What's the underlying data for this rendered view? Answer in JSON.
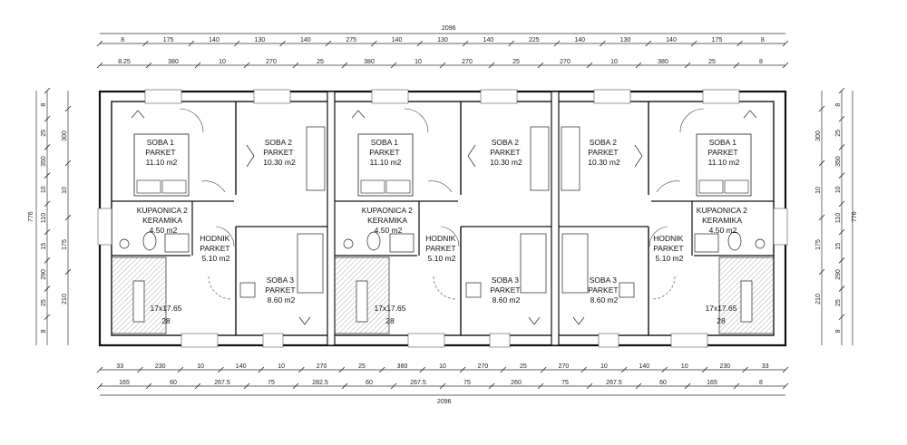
{
  "plan": {
    "units": [
      {
        "rooms": [
          {
            "id": "soba1",
            "lines": [
              "SOBA 1",
              "PARKET",
              "11.10 m2"
            ]
          },
          {
            "id": "soba2",
            "lines": [
              "SOBA 2",
              "PARKET",
              "10.30 m2"
            ]
          },
          {
            "id": "kupaonica",
            "lines": [
              "KUPAONICA 2",
              "KERAMIKA",
              "4.50 m2"
            ]
          },
          {
            "id": "hodnik",
            "lines": [
              "HODNIK",
              "PARKET",
              "5.10 m2"
            ]
          },
          {
            "id": "soba3",
            "lines": [
              "SOBA 3",
              "PARKET",
              "8.60 m2"
            ]
          }
        ],
        "stair": {
          "size": "17x17.65",
          "count": "28"
        }
      },
      {
        "rooms": [
          {
            "id": "soba1",
            "lines": [
              "SOBA 1",
              "PARKET",
              "11.10 m2"
            ]
          },
          {
            "id": "soba2",
            "lines": [
              "SOBA 2",
              "PARKET",
              "10.30 m2"
            ]
          },
          {
            "id": "kupaonica",
            "lines": [
              "KUPAONICA 2",
              "KERAMIKA",
              "4.50 m2"
            ]
          },
          {
            "id": "hodnik",
            "lines": [
              "HODNIK",
              "PARKET",
              "5.10 m2"
            ]
          },
          {
            "id": "soba3",
            "lines": [
              "SOBA 3",
              "PARKET",
              "8.60 m2"
            ]
          }
        ],
        "stair": {
          "size": "17x17.65",
          "count": "28"
        }
      },
      {
        "rooms": [
          {
            "id": "soba2",
            "lines": [
              "SOBA 2",
              "PARKET",
              "10.30 m2"
            ]
          },
          {
            "id": "soba3",
            "lines": [
              "SOBA 3",
              "PARKET",
              "8.60 m2"
            ]
          },
          {
            "id": "soba1",
            "lines": [
              "SOBA 1",
              "PARKET",
              "11.10 m2"
            ]
          },
          {
            "id": "kupaonica",
            "lines": [
              "KUPAONICA 2",
              "KERAMIKA",
              "4.50 m2"
            ]
          },
          {
            "id": "hodnik",
            "lines": [
              "HODNIK",
              "PARKET",
              "5.10 m2"
            ]
          }
        ],
        "stair": {
          "size": "17x17.65",
          "count": "28"
        }
      }
    ]
  },
  "dimensions": {
    "top_total": "2096",
    "top_row1": [
      "8",
      "175",
      "140",
      "130",
      "140",
      "275",
      "140",
      "130",
      "140",
      "225",
      "140",
      "130",
      "140",
      "175",
      "8"
    ],
    "top_row2": [
      "8.25",
      "380",
      "10",
      "270",
      "25",
      "380",
      "10",
      "270",
      "25",
      "270",
      "10",
      "380",
      "25",
      "8"
    ],
    "bottom_row1": [
      "33",
      "230",
      "10",
      "140",
      "10",
      "270",
      "25",
      "380",
      "10",
      "270",
      "25",
      "270",
      "10",
      "140",
      "10",
      "230",
      "33"
    ],
    "bottom_row2": [
      "165",
      "60",
      "267.5",
      "75",
      "282.5",
      "60",
      "267.5",
      "75",
      "260",
      "75",
      "267.5",
      "60",
      "165",
      "8"
    ],
    "bottom_total": "2096",
    "left_total": "776",
    "left_row1": [
      "8",
      "25",
      "350",
      "10",
      "110",
      "15",
      "290",
      "25",
      "8"
    ],
    "left_row2": [
      "300",
      "10",
      "175",
      "210"
    ],
    "right_total": "776",
    "right_row1": [
      "8",
      "25",
      "350",
      "10",
      "110",
      "15",
      "290",
      "25",
      "8"
    ],
    "right_row2": [
      "300",
      "10",
      "175",
      "210"
    ]
  }
}
